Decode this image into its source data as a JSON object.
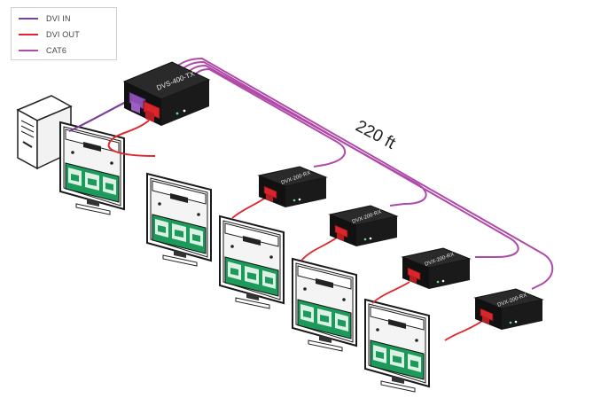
{
  "legend": {
    "items": [
      {
        "label": "DVI IN",
        "color": "#7b3f98"
      },
      {
        "label": "DVI OUT",
        "color": "#e0252b"
      },
      {
        "label": "CAT6",
        "color": "#b04aa8"
      }
    ]
  },
  "transmitter": {
    "label": "DVS-400-TX"
  },
  "receivers": [
    {
      "label": "DVX-200-RX"
    },
    {
      "label": "DVX-200-RX"
    },
    {
      "label": "DVX-200-RX"
    },
    {
      "label": "DVX-200-RX"
    }
  ],
  "distance_label": "220 ft",
  "colors": {
    "screen_green": "#1b9a5a",
    "device_body": "#1c1c1c",
    "connector_red": "#d8262c"
  }
}
